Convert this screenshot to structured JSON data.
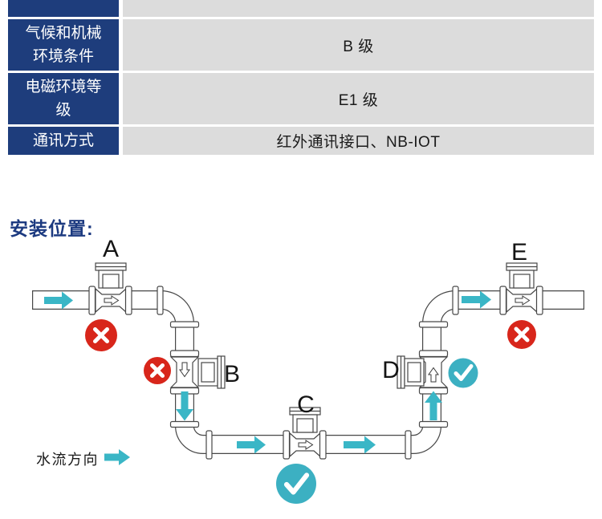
{
  "spec_table": {
    "rows": [
      {
        "header": "",
        "value": ""
      },
      {
        "header": "气候和机械\n环境条件",
        "value": "B 级"
      },
      {
        "header": "电磁环境等\n级",
        "value": "E1 级"
      },
      {
        "header": "通讯方式",
        "value": "红外通讯接口、NB-IOT"
      }
    ]
  },
  "installation": {
    "title": "安装位置:",
    "flow_legend": "水流方向",
    "meters": [
      {
        "label": "A",
        "status": "incorrect"
      },
      {
        "label": "B",
        "status": "incorrect"
      },
      {
        "label": "C",
        "status": "correct"
      },
      {
        "label": "D",
        "status": "correct"
      },
      {
        "label": "E",
        "status": "incorrect"
      }
    ]
  },
  "colors": {
    "table_header_bg": "#1e3d7c",
    "table_value_bg": "#dcdcdc",
    "flow_arrow": "#3ab6c6",
    "incorrect_mark": "#d8261b",
    "correct_mark": "#3cb0c2",
    "title_text": "#1c3a80"
  }
}
